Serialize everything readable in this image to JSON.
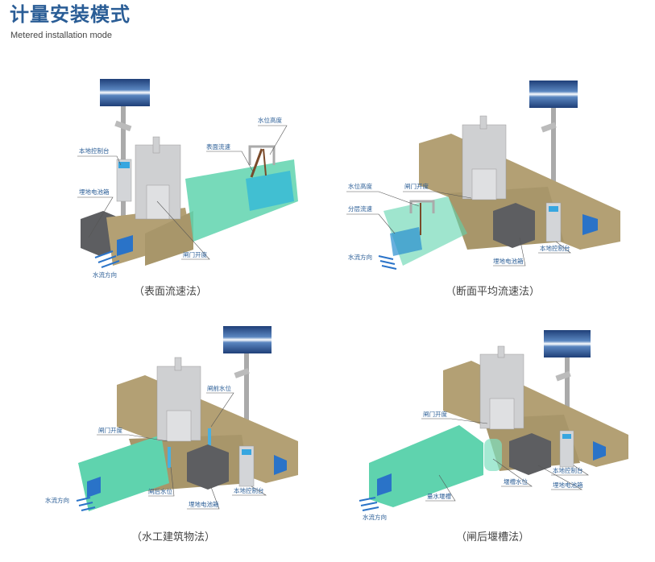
{
  "header": {
    "title": "计量安装模式",
    "subtitle": "Metered installation mode"
  },
  "colors": {
    "title": "#2a5d96",
    "wall": "#b3a074",
    "water": "#2a73c8",
    "glass": "#5fd3ae",
    "steel": "#c9cacc",
    "battery": "#5d5e61",
    "label": "#2a5d96"
  },
  "panels": [
    {
      "caption": "（表面流速法）",
      "labels": {
        "console": "本地控制台",
        "battery": "埋地电池箱",
        "surface_velocity": "表面流速",
        "water_level": "水位高度",
        "gate_opening": "闸门开度",
        "flow_direction": "水流方向"
      }
    },
    {
      "caption": "（断面平均流速法）",
      "labels": {
        "water_level": "水位高度",
        "gate_opening": "闸门开度",
        "layered_velocity": "分层流速",
        "flow_direction": "水流方向",
        "battery": "埋地电池箱",
        "console": "本地控制台"
      }
    },
    {
      "caption": "（水工建筑物法）",
      "labels": {
        "upstream_level": "闸前水位",
        "gate_opening": "闸门开度",
        "flow_direction": "水流方向",
        "downstream_level": "闸后水位",
        "battery": "埋地电池箱",
        "console": "本地控制台"
      }
    },
    {
      "caption": "（闸后堰槽法）",
      "labels": {
        "gate_opening": "闸门开度",
        "weir_level": "堰槽水位",
        "flume": "量水堰槽",
        "console": "本地控制台",
        "battery": "埋地电池箱",
        "flow_direction": "水流方向"
      }
    }
  ]
}
